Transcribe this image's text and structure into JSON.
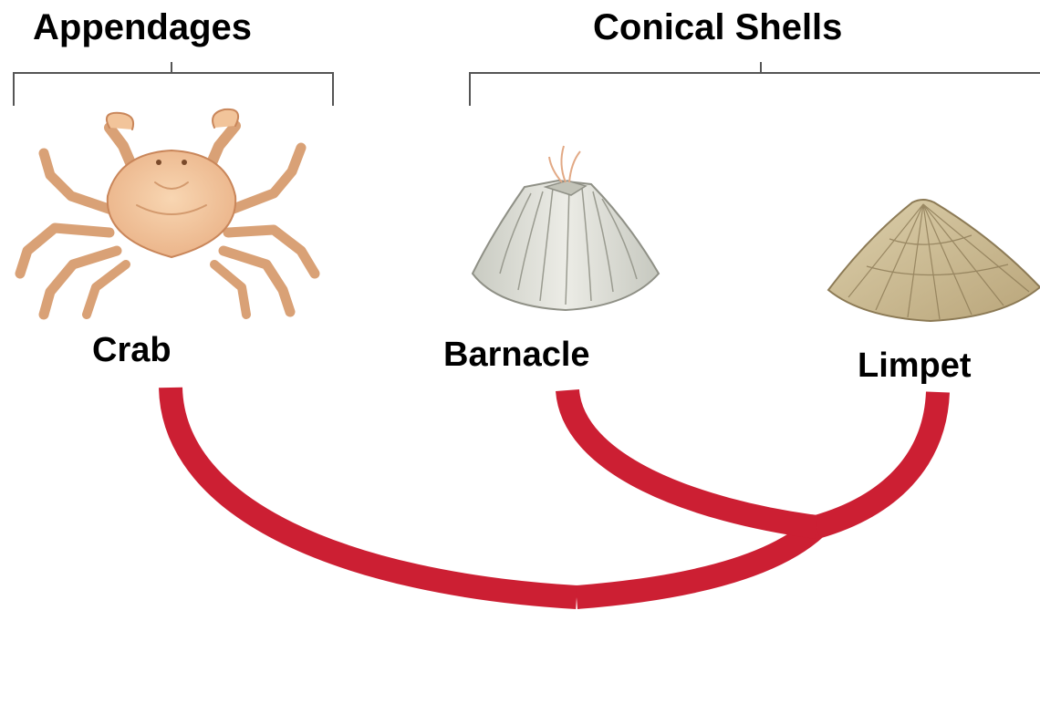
{
  "groups": {
    "appendages": "Appendages",
    "conical_shells": "Conical Shells"
  },
  "taxa": {
    "crab": "Crab",
    "barnacle": "Barnacle",
    "limpet": "Limpet"
  },
  "colors": {
    "branch": "#cc1f33",
    "bracket": "#555555",
    "crab_fill": "#f2c49a",
    "crab_outline": "#c9865a",
    "barnacle_fill": "#dedfd6",
    "barnacle_line": "#9a9b90",
    "limpet_fill": "#cdbf98",
    "limpet_line": "#8c7a55"
  },
  "icons": {
    "crab": "crab-illustration",
    "barnacle": "barnacle-illustration",
    "limpet": "limpet-illustration"
  }
}
